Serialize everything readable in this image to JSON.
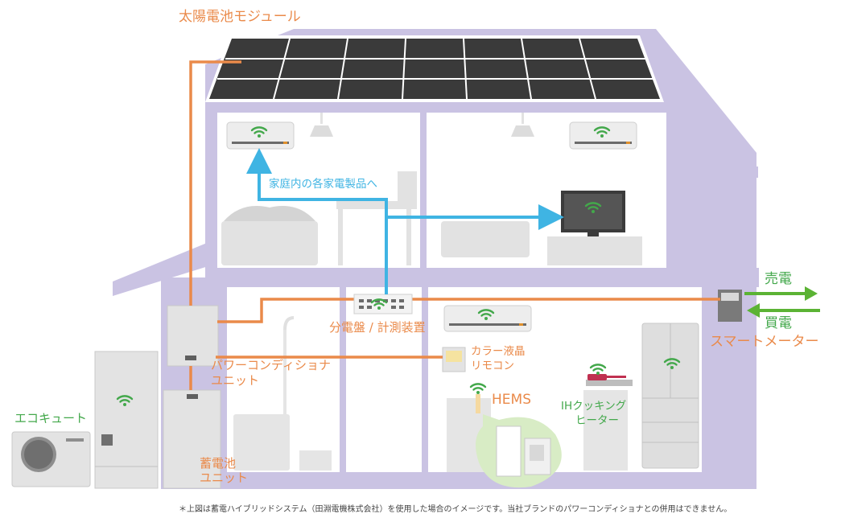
{
  "labels": {
    "solar_module": "太陽電池モジュール",
    "to_appliances": "家庭内の各家電製品へ",
    "distribution_board": "分電盤 / 計測装置",
    "power_conditioner_line1": "パワーコンディショナ",
    "power_conditioner_line2": "ユニット",
    "battery_line1": "蓄電池",
    "battery_line2": "ユニット",
    "color_remote_line1": "カラー液晶",
    "color_remote_line2": "リモコン",
    "hems": "HEMS",
    "ih_line1": "IHクッキング",
    "ih_line2": "ヒーター",
    "eco_cute": "エコキュート",
    "sell_power": "売電",
    "buy_power": "買電",
    "smart_meter": "スマートメーター"
  },
  "footnote": "＊上図は蓄電ハイブリッドシステム（田淵電機株式会社）を使用した場合のイメージです。当社ブランドのパワーコンディショナとの併用はできません。",
  "colors": {
    "house": "#cac3e3",
    "room": "#ffffff",
    "power_line": "#ea8a4a",
    "info_line": "#3fb4e3",
    "grid_arrow": "#5bb334",
    "wifi": "#43a84b",
    "solar_panel": "#3a3a3a",
    "hems_bubble": "#d8ecc5"
  },
  "icons": [
    "wifi-icon",
    "solar-panel-icon",
    "air-conditioner-icon",
    "tv-icon",
    "refrigerator-icon",
    "ih-heater-icon",
    "eco-cute-icon"
  ]
}
